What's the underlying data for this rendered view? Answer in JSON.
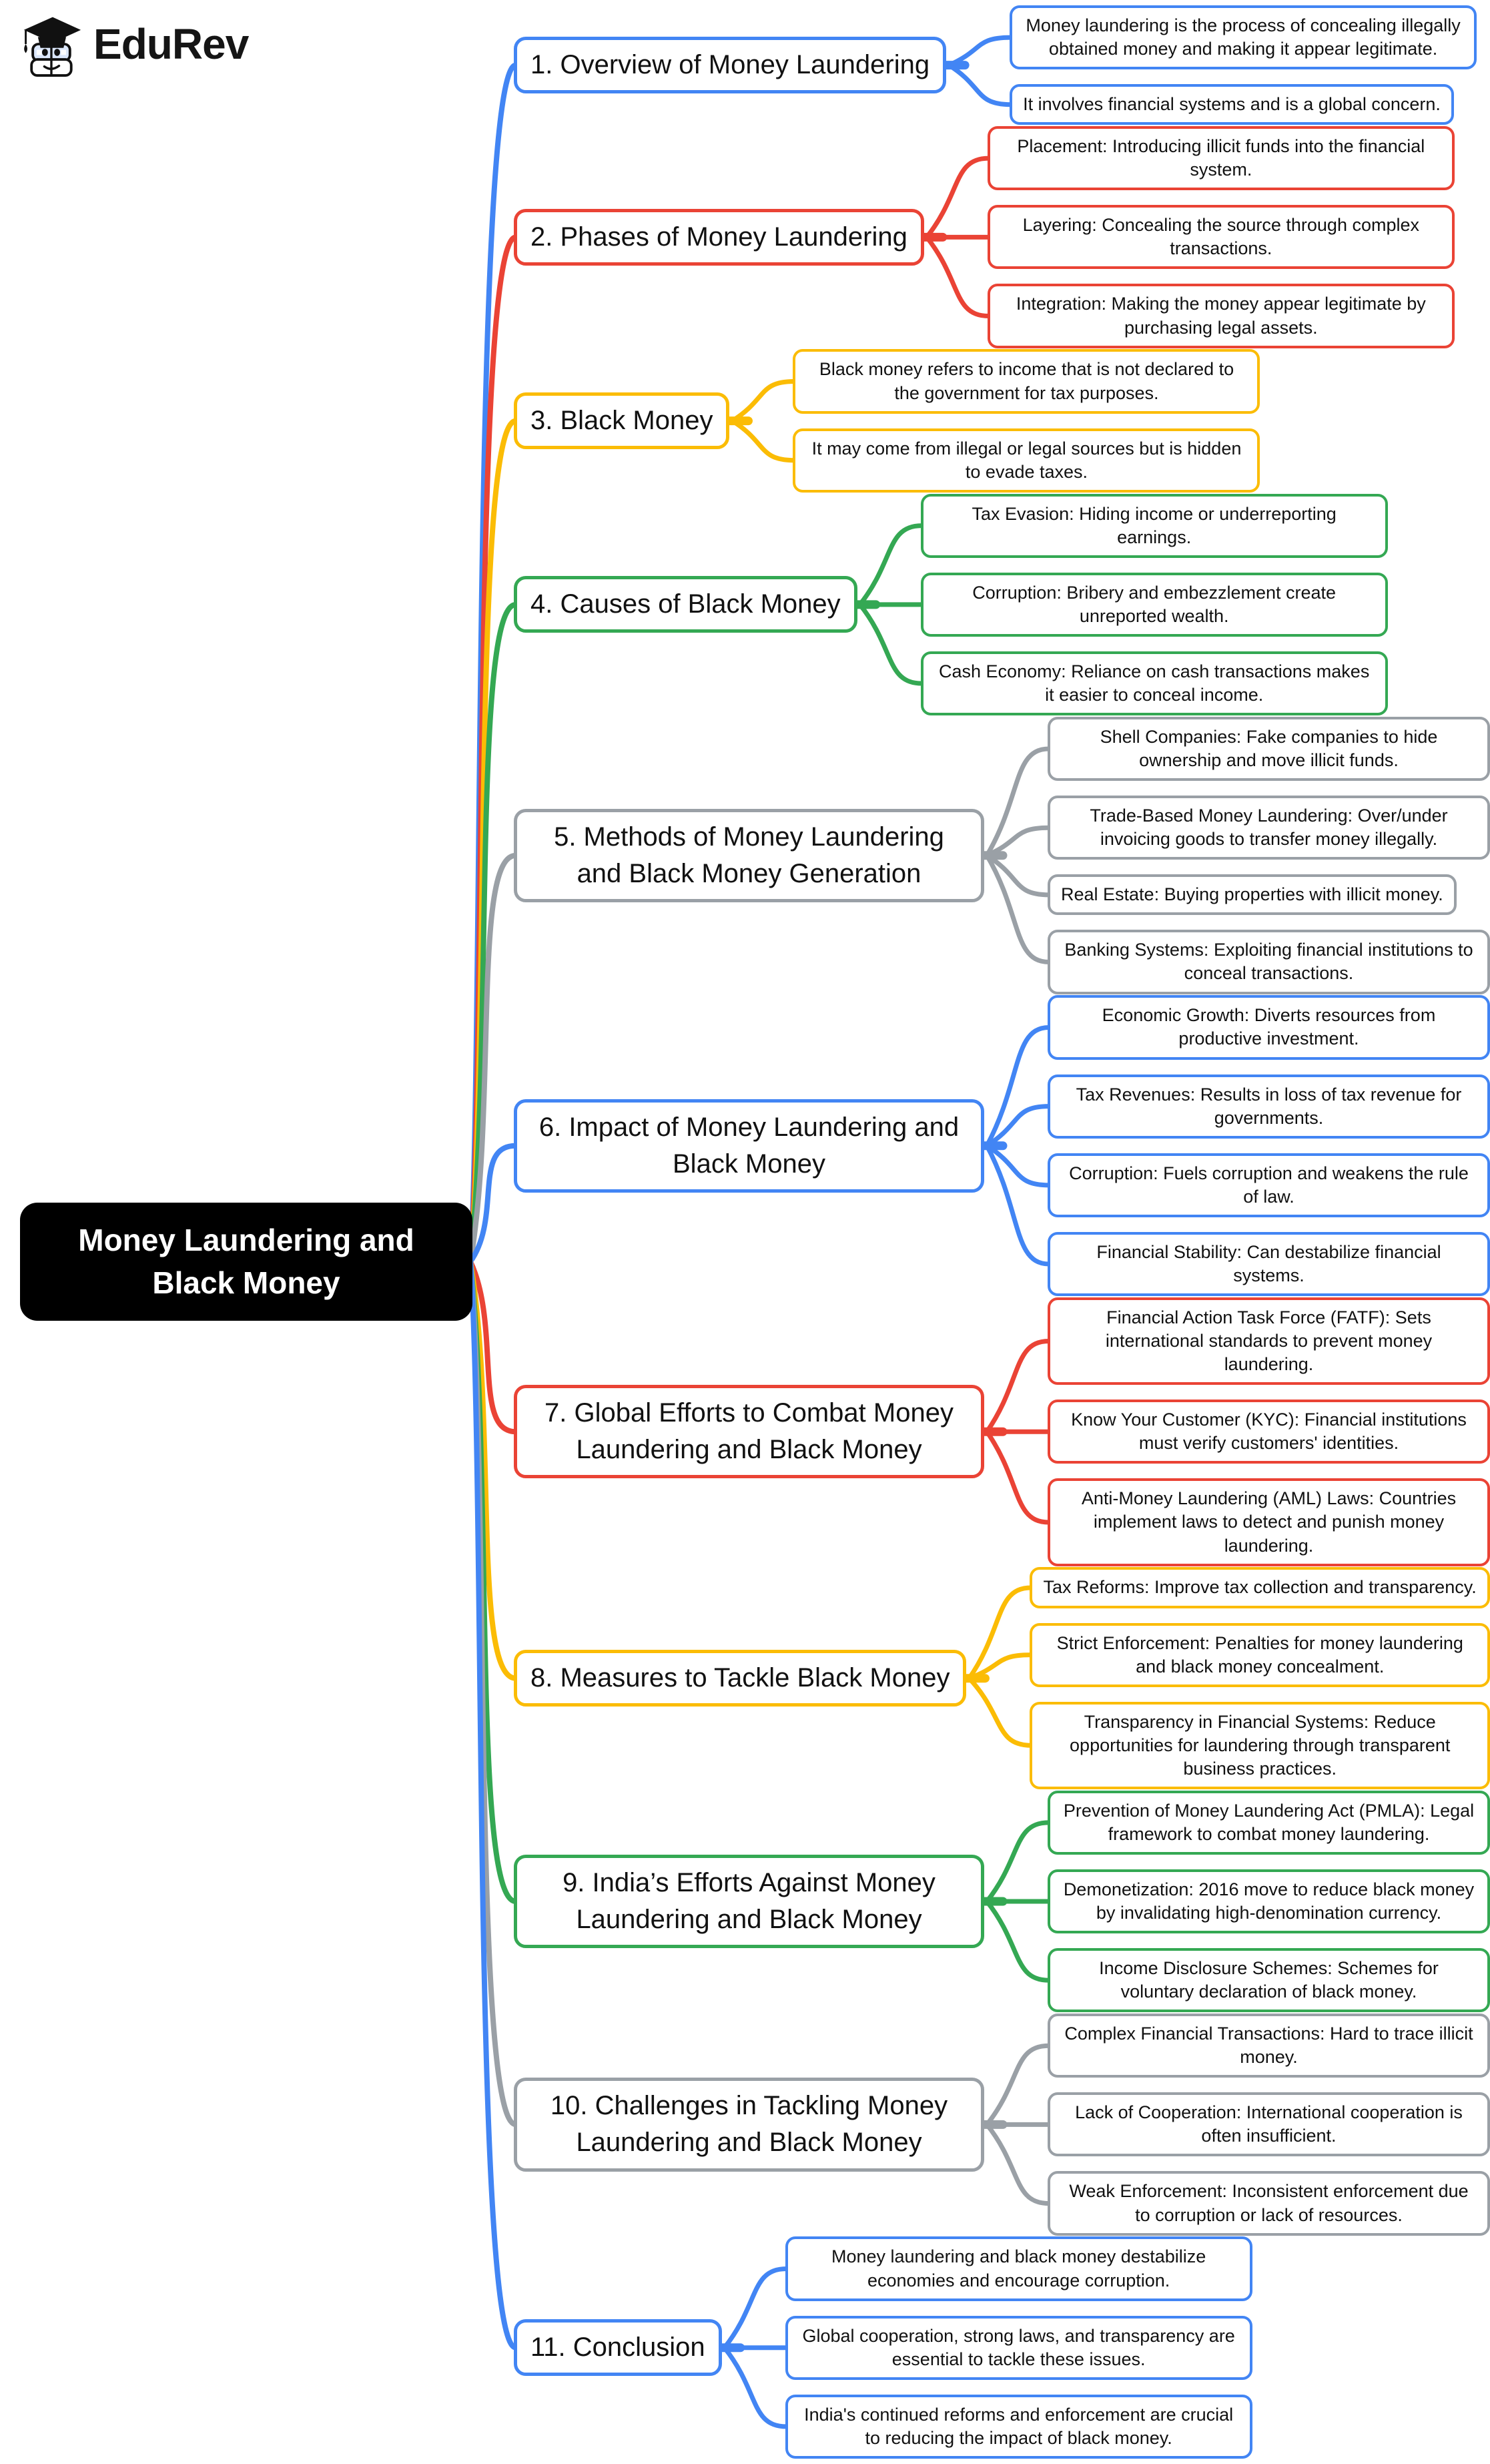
{
  "logo": {
    "brand": "EduRev",
    "icon": "edurev-mascot-icon"
  },
  "root": {
    "label": "Money Laundering and Black Money",
    "bg_color": "#000000",
    "text_color": "#ffffff"
  },
  "palette": {
    "blue": "#4285F4",
    "red": "#EA4335",
    "yellow": "#FBBC05",
    "green": "#34A853",
    "gray": "#9AA0A6"
  },
  "branches": [
    {
      "label": "1. Overview of Money Laundering",
      "color": "blue",
      "leaves": [
        "Money laundering is the process of concealing illegally obtained money and making it appear legitimate.",
        "It involves financial systems and is a global concern."
      ]
    },
    {
      "label": "2. Phases of Money Laundering",
      "color": "red",
      "leaves": [
        "Placement: Introducing illicit funds into the financial system.",
        "Layering: Concealing the source through complex transactions.",
        "Integration: Making the money appear legitimate by purchasing legal assets."
      ]
    },
    {
      "label": "3. Black Money",
      "color": "yellow",
      "leaves": [
        "Black money refers to income that is not declared to the government for tax purposes.",
        "It may come from illegal or legal sources but is hidden to evade taxes."
      ]
    },
    {
      "label": "4. Causes of Black Money",
      "color": "green",
      "leaves": [
        "Tax Evasion: Hiding income or underreporting earnings.",
        "Corruption: Bribery and embezzlement create unreported wealth.",
        "Cash Economy: Reliance on cash transactions makes it easier to conceal income."
      ]
    },
    {
      "label": "5. Methods of Money Laundering and Black Money Generation",
      "color": "gray",
      "leaves": [
        "Shell Companies: Fake companies to hide ownership and move illicit funds.",
        "Trade-Based Money Laundering: Over/under invoicing goods to transfer money illegally.",
        "Real Estate: Buying properties with illicit money.",
        "Banking Systems: Exploiting financial institutions to conceal transactions."
      ]
    },
    {
      "label": "6. Impact of Money Laundering and Black Money",
      "color": "blue",
      "leaves": [
        "Economic Growth: Diverts resources from productive investment.",
        "Tax Revenues: Results in loss of tax revenue for governments.",
        "Corruption: Fuels corruption and weakens the rule of law.",
        "Financial Stability: Can destabilize financial systems."
      ]
    },
    {
      "label": "7. Global Efforts to Combat Money Laundering and Black Money",
      "color": "red",
      "leaves": [
        "Financial Action Task Force (FATF): Sets international standards to prevent money laundering.",
        "Know Your Customer (KYC): Financial institutions must verify customers' identities.",
        "Anti-Money Laundering (AML) Laws: Countries implement laws to detect and punish money laundering."
      ]
    },
    {
      "label": "8. Measures to Tackle Black Money",
      "color": "yellow",
      "leaves": [
        "Tax Reforms: Improve tax collection and transparency.",
        "Strict Enforcement: Penalties for money laundering and black money concealment.",
        "Transparency in Financial Systems: Reduce opportunities for laundering through transparent business practices."
      ]
    },
    {
      "label": "9. India’s Efforts Against Money Laundering and Black Money",
      "color": "green",
      "leaves": [
        "Prevention of Money Laundering Act (PMLA): Legal framework to combat money laundering.",
        "Demonetization: 2016 move to reduce black money by invalidating high-denomination currency.",
        "Income Disclosure Schemes: Schemes for voluntary declaration of black money."
      ]
    },
    {
      "label": "10. Challenges in Tackling Money Laundering and Black Money",
      "color": "gray",
      "leaves": [
        "Complex Financial Transactions: Hard to trace illicit money.",
        "Lack of Cooperation: International cooperation is often insufficient.",
        "Weak Enforcement: Inconsistent enforcement due to corruption or lack of resources."
      ]
    },
    {
      "label": "11. Conclusion",
      "color": "blue",
      "leaves": [
        "Money laundering and black money destabilize economies and encourage corruption.",
        "Global cooperation, strong laws, and transparency are essential to tackle these issues.",
        "India's continued reforms and enforcement are crucial to reducing the impact of black money."
      ]
    }
  ]
}
